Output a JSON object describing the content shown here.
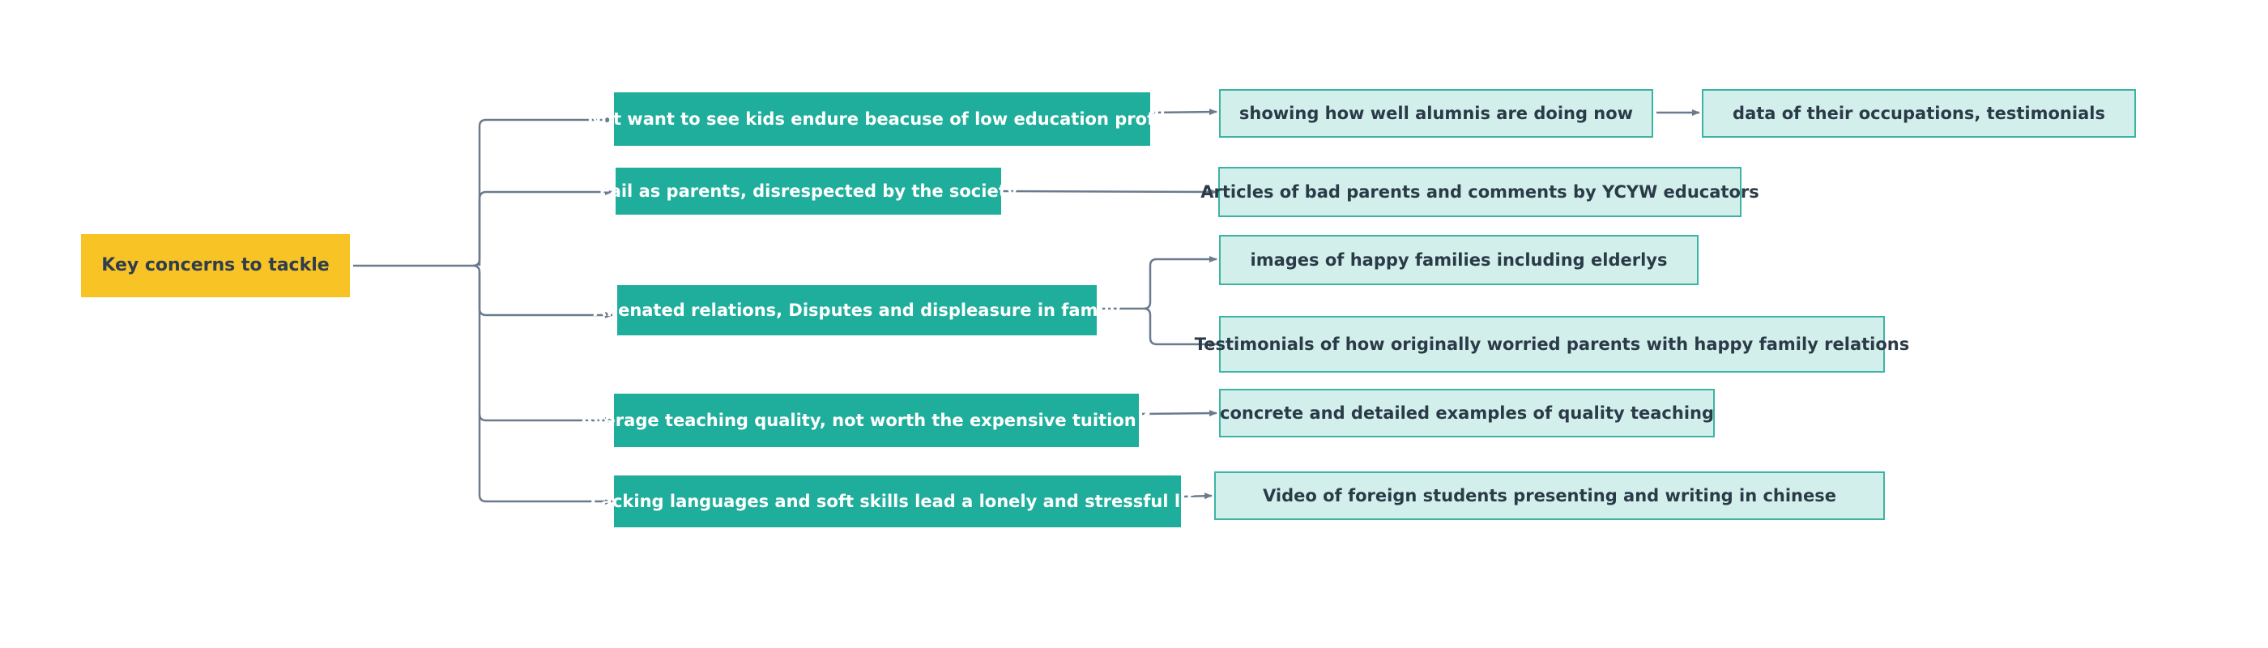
{
  "colors": {
    "root_fill": "#f8c325",
    "concern_fill": "#1fae9b",
    "evidence_fill": "#d2efec",
    "evidence_border": "#3cb4a4",
    "connector": "#6b7b8e"
  },
  "root": {
    "label": "Key concerns to tackle"
  },
  "concerns": [
    {
      "label": "Not want to see kids endure beacuse of low education profile"
    },
    {
      "label": "Fail as parents, disrespected by the society"
    },
    {
      "label": "Alienated relations, Disputes and displeasure in family"
    },
    {
      "label": "Average teaching quality, not worth the expensive tuition fee"
    },
    {
      "label": "Lacking languages and soft skills lead a lonely and stressful life"
    }
  ],
  "evidence": [
    {
      "label": "showing how well alumnis are doing now"
    },
    {
      "label": "data of their occupations, testimonials"
    },
    {
      "label": "Articles of bad parents and comments by YCYW educators"
    },
    {
      "label": "images of happy families including elderlys"
    },
    {
      "label": "Testimonials of how originally worried parents with happy family relations"
    },
    {
      "label": "concrete and detailed examples of quality teaching"
    },
    {
      "label": "Video of foreign students presenting and writing in chinese"
    }
  ]
}
